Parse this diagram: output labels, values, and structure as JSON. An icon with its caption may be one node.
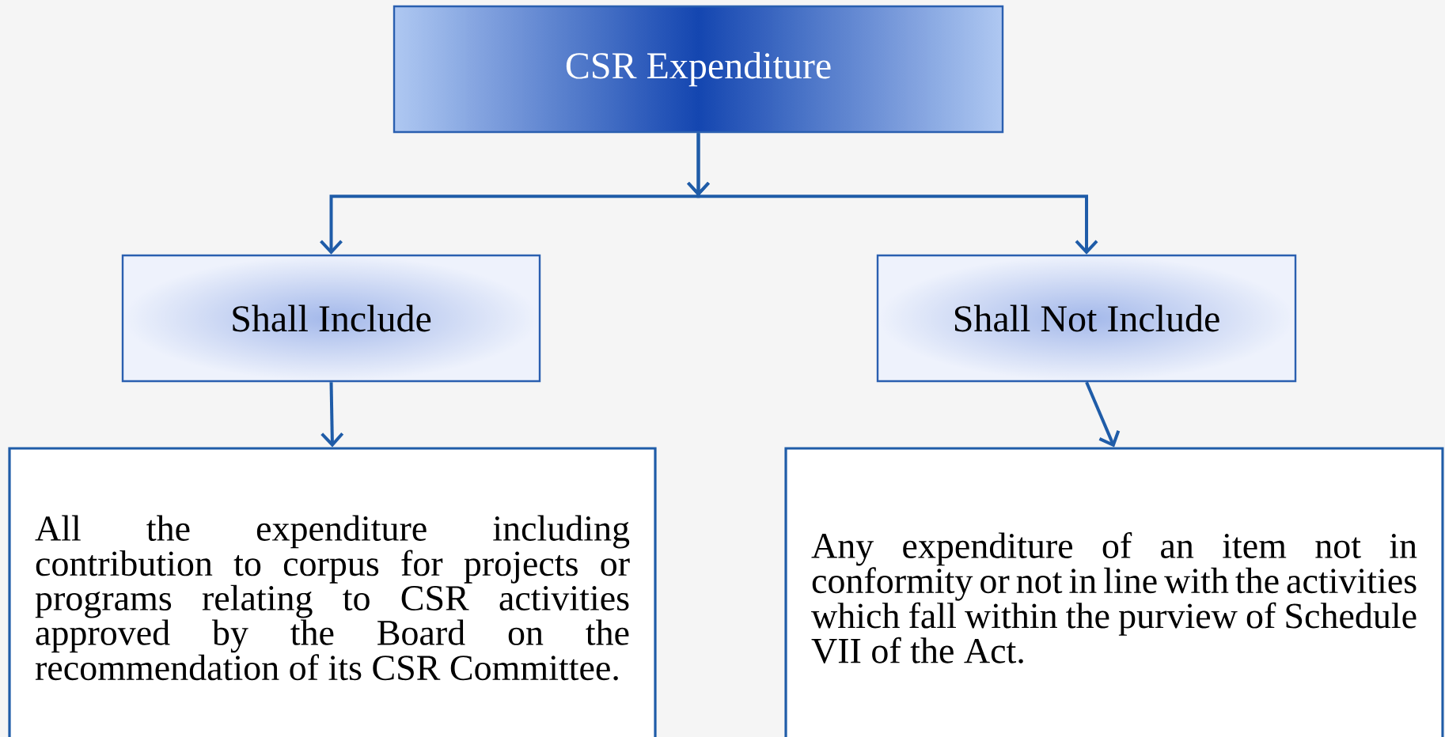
{
  "diagram": {
    "nodes": [
      {
        "text": [
          "CSR Expenditure"
        ]
      },
      {
        "text": [
          "Shall Include"
        ]
      },
      {
        "text": [
          "Shall Not Include"
        ]
      },
      {
        "text": [
          "All the expenditure including contribution to corpus for projects or programs relating to CSR activities approved by the Board on the recommendation of its CSR Committee."
        ]
      },
      {
        "text": [
          "Any expenditure of an item not in conformity or not in line with the activities which fall within the purview of Schedule VII of the Act."
        ]
      }
    ],
    "edges": [
      {
        "from": 0,
        "to": 1,
        "arrow": "to"
      },
      {
        "from": 0,
        "to": 2,
        "arrow": "to"
      },
      {
        "from": 1,
        "to": 3,
        "arrow": "to"
      },
      {
        "from": 2,
        "to": 4,
        "arrow": "to"
      }
    ]
  }
}
